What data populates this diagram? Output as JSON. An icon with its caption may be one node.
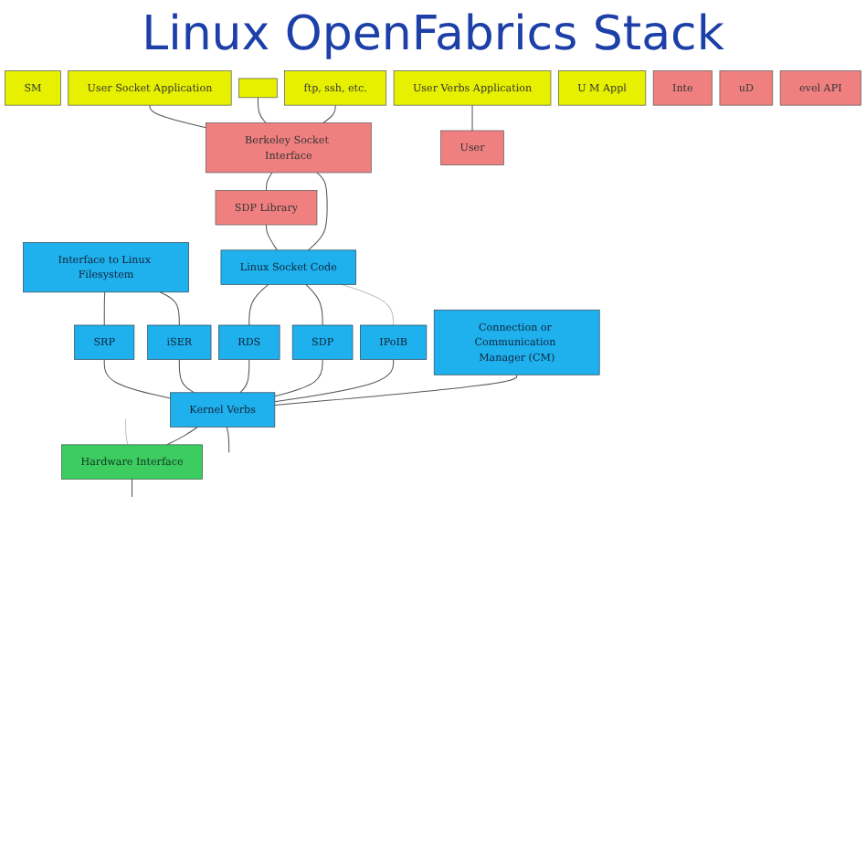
{
  "diagram": {
    "title": "Linux OpenFabrics Stack",
    "nodes": [
      {
        "text": [
          "SM"
        ]
      },
      {
        "text": [
          "ftp, ssh, etc."
        ]
      },
      {
        "text": [],
        "shape": "box"
      },
      {
        "text": [
          "User Socket Application"
        ]
      },
      {
        "text": [
          "User Verbs Application"
        ]
      },
      {
        "text": [
          "U M Appl"
        ]
      },
      {
        "text": [
          "Inte"
        ]
      },
      {
        "text": [
          "Berkeley Socket Interface"
        ]
      },
      {
        "text": [
          "uD"
        ]
      },
      {
        "text": [
          "evel API"
        ]
      },
      {
        "text": [
          "SDP Library"
        ]
      },
      {
        "text": [
          "User"
        ]
      },
      {
        "text": [
          "Linux Socket Code"
        ]
      },
      {
        "text": [
          "Interface to Linux Filesystem"
        ]
      },
      {
        "text": [
          "Connection or Communication Manager (CM)"
        ]
      },
      {
        "text": [
          "IPoIB"
        ]
      },
      {
        "text": [
          "SDP"
        ]
      },
      {
        "text": [
          "RDS"
        ]
      },
      {
        "text": [
          "iSER"
        ]
      },
      {
        "text": [
          "SRP"
        ]
      },
      {
        "text": [
          "Kernel Verbs"
        ]
      },
      {
        "text": [
          "Hardware Interface"
        ]
      }
    ],
    "edges": [
      {
        "from": 1,
        "to": 7,
        "arrow": "none"
      },
      {
        "from": 2,
        "to": 7,
        "arrow": "none"
      },
      {
        "from": 3,
        "to": 7,
        "arrow": "none"
      },
      {
        "from": 4,
        "to": 11,
        "arrow": "none"
      },
      {
        "from": 7,
        "to": 10,
        "arrow": "none"
      },
      {
        "from": 7,
        "to": 12,
        "arrow": "none"
      },
      {
        "from": 10,
        "to": 12,
        "arrow": "none"
      },
      {
        "from": 12,
        "to": 15,
        "arrow": "none",
        "color": "#c0c0c0"
      },
      {
        "from": 12,
        "to": 16,
        "arrow": "none"
      },
      {
        "from": 12,
        "to": 17,
        "arrow": "none"
      },
      {
        "from": 13,
        "to": 18,
        "arrow": "none"
      },
      {
        "from": 13,
        "to": 19,
        "arrow": "none"
      },
      {
        "from": 14,
        "to": 20,
        "arrow": "none"
      },
      {
        "from": 15,
        "to": 20,
        "arrow": "none"
      },
      {
        "from": 16,
        "to": 20,
        "arrow": "none"
      },
      {
        "from": 17,
        "to": 20,
        "arrow": "none"
      },
      {
        "from": 18,
        "to": 20,
        "arrow": "none"
      },
      {
        "from": 19,
        "to": 20,
        "arrow": "none"
      },
      {
        "from": 20,
        "to": 21,
        "arrow": "none"
      },
      {
        "from": 20,
        "to": null,
        "arrow": "none"
      },
      {
        "from": null,
        "to": 21,
        "arrow": "none",
        "color": "#c0c0c0"
      },
      {
        "from": 21,
        "to": null,
        "arrow": "none"
      }
    ]
  }
}
